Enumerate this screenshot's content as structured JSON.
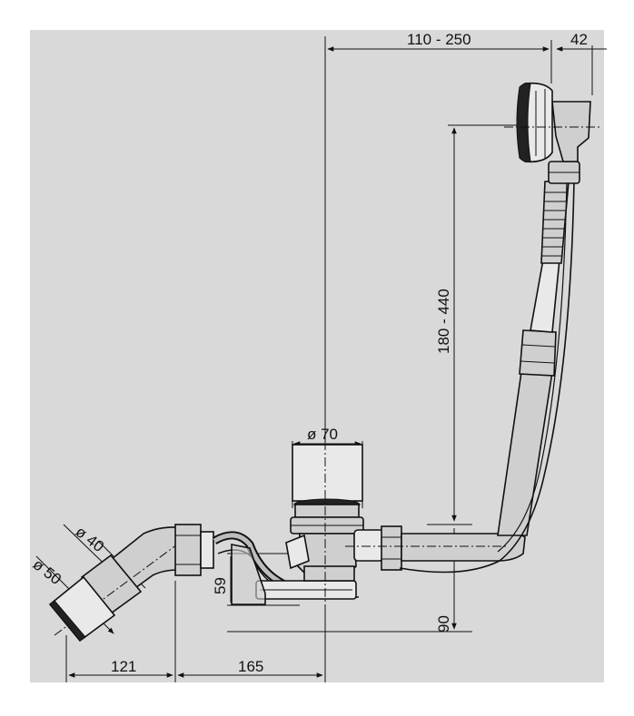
{
  "dimensions": {
    "overflow_horizontal": "110 - 250",
    "overflow_depth": "42",
    "height_range": "180 - 440",
    "drain_diameter": "ø 70",
    "pipe_diameter_40": "ø 40",
    "pipe_diameter_50": "ø 50",
    "trap_height": "59",
    "bottom_clearance": "90",
    "outlet_offset": "121",
    "drain_offset": "165"
  },
  "colors": {
    "background": "#d9d9d9",
    "line": "#111111",
    "part_fill": "#cfcfcf"
  }
}
